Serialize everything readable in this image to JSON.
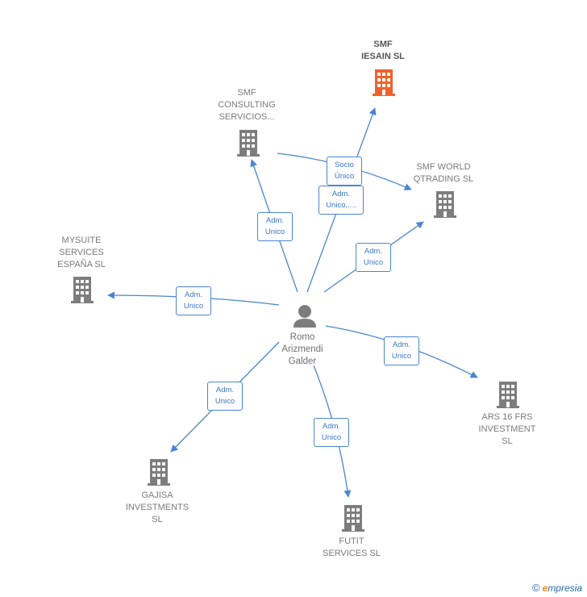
{
  "colors": {
    "edge": "#4a86d1",
    "company": "#7d7d7d",
    "highlight": "#f0622d",
    "person": "#7d7d7d"
  },
  "center": {
    "lines": [
      "Romo",
      "Arizmendi",
      "Galder"
    ],
    "icon": "person-icon"
  },
  "companies": [
    {
      "id": "smf-iesain",
      "lines": [
        "SMF",
        "IESAIN  SL"
      ],
      "highlight": true,
      "icon": "building-icon"
    },
    {
      "id": "smf-consulting",
      "lines": [
        "SMF",
        "CONSULTING",
        "SERVICIOS..."
      ],
      "highlight": false,
      "icon": "building-icon"
    },
    {
      "id": "smf-world",
      "lines": [
        "SMF WORLD",
        "QTRADING  SL"
      ],
      "highlight": false,
      "icon": "building-icon"
    },
    {
      "id": "mysuite",
      "lines": [
        "MYSUITE",
        "SERVICES",
        "ESPAÑA  SL"
      ],
      "highlight": false,
      "icon": "building-icon"
    },
    {
      "id": "ars16",
      "lines": [
        "ARS 16 FRS",
        "INVESTMENT",
        "SL"
      ],
      "highlight": false,
      "icon": "building-icon"
    },
    {
      "id": "gajisa",
      "lines": [
        "GAJISA",
        "INVESTMENTS",
        "SL"
      ],
      "highlight": false,
      "icon": "building-icon"
    },
    {
      "id": "futit",
      "lines": [
        "FUTIT",
        "SERVICES  SL"
      ],
      "highlight": false,
      "icon": "building-icon"
    }
  ],
  "edges": [
    {
      "id": "e-iesain",
      "lines": [
        "Adm.",
        "Unico,...."
      ]
    },
    {
      "id": "e-consulting",
      "lines": [
        "Adm.",
        "Unico"
      ]
    },
    {
      "id": "e-socio",
      "lines": [
        "Socio",
        "Único"
      ]
    },
    {
      "id": "e-world",
      "lines": [
        "Adm.",
        "Unico"
      ]
    },
    {
      "id": "e-mysuite",
      "lines": [
        "Adm.",
        "Unico"
      ]
    },
    {
      "id": "e-ars",
      "lines": [
        "Adm.",
        "Unico"
      ]
    },
    {
      "id": "e-gajisa",
      "lines": [
        "Adm.",
        "Unico"
      ]
    },
    {
      "id": "e-futit",
      "lines": [
        "Adm.",
        "Unico"
      ]
    }
  ],
  "footer": {
    "copyright": "©",
    "brand_initial": "e",
    "brand_rest": "mpresia"
  }
}
